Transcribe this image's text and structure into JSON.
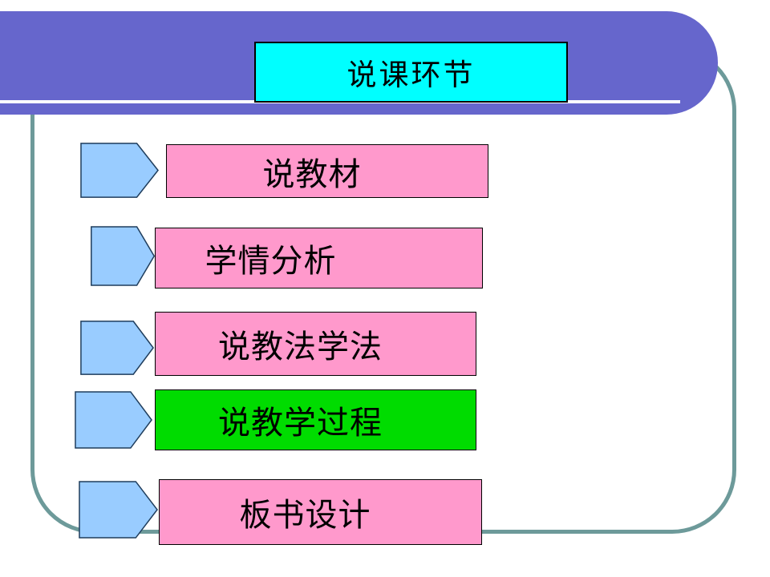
{
  "slide": {
    "title": "说课环节",
    "items": [
      {
        "label": "说教材",
        "color": "#FF99CC"
      },
      {
        "label": "学情分析",
        "color": "#FF99CC"
      },
      {
        "label": "说教法学法",
        "color": "#FF99CC"
      },
      {
        "label": "说教学过程",
        "color": "#00DC00"
      },
      {
        "label": "板书设计",
        "color": "#FF99CC"
      }
    ],
    "colors": {
      "banner": "#6666CC",
      "banner_underline": "#FFFFFF",
      "title_fill": "#00FFFF",
      "pink": "#FF99CC",
      "green": "#00DC00",
      "arrow_fill": "#99CCFF",
      "arrow_border": "#1F3D5C",
      "frame_border": "#6D9A9A",
      "text": "#000000"
    }
  }
}
